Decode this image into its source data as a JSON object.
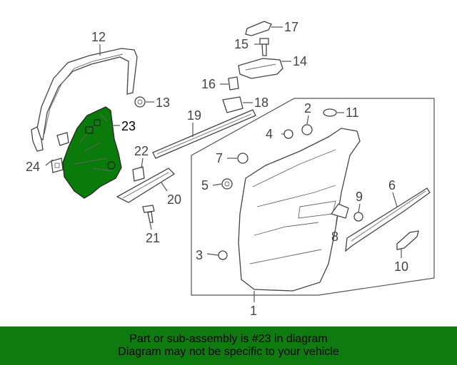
{
  "colors": {
    "highlight": "#0a7a0a",
    "banner": "#0f7a0f",
    "line": "#555555"
  },
  "callouts": {
    "c1": "1",
    "c2": "2",
    "c3": "3",
    "c4": "4",
    "c5": "5",
    "c6": "6",
    "c7": "7",
    "c8": "8",
    "c9": "9",
    "c10": "10",
    "c11": "11",
    "c12": "12",
    "c13": "13",
    "c14": "14",
    "c15": "15",
    "c16": "16",
    "c17": "17",
    "c18": "18",
    "c19": "19",
    "c20": "20",
    "c21": "21",
    "c22": "22",
    "c23": "23",
    "c24": "24"
  },
  "banner": {
    "line1": "Part or sub-assembly is #23 in diagram",
    "line2": "Diagram may not be specific to your vehicle"
  }
}
